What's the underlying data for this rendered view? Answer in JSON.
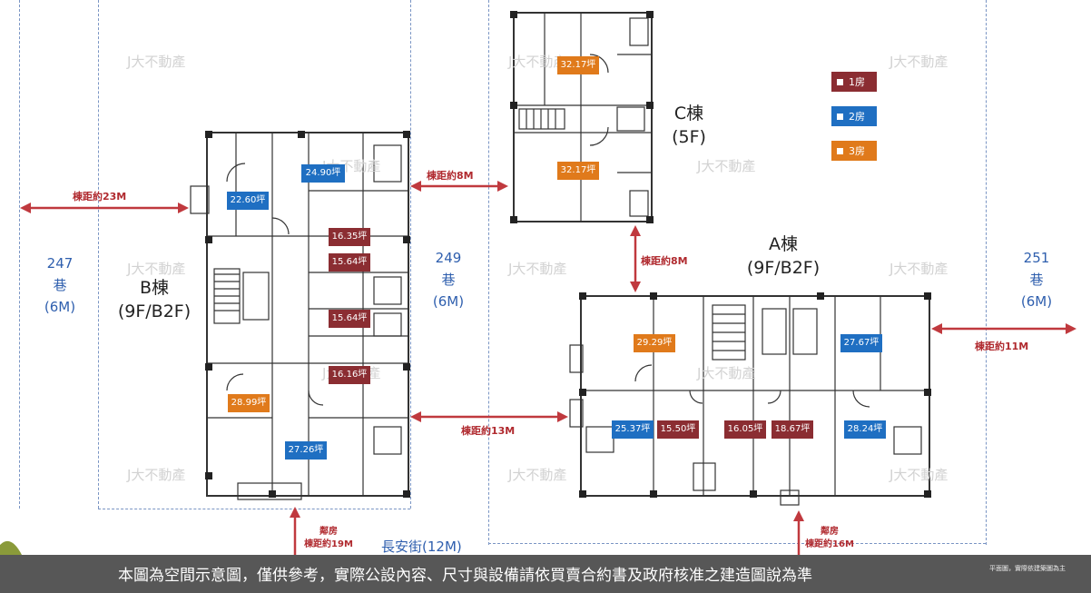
{
  "lanes": {
    "lane_247": {
      "number": "247",
      "suffix": "巷",
      "width": "(6M)"
    },
    "lane_249": {
      "number": "249",
      "suffix": "巷",
      "width": "(6M)"
    },
    "lane_251": {
      "number": "251",
      "suffix": "巷",
      "width": "(6M)"
    }
  },
  "buildings": {
    "a": {
      "name": "A棟",
      "floors": "(9F/B2F)"
    },
    "b": {
      "name": "B棟",
      "floors": "(9F/B2F)"
    },
    "c": {
      "name": "C棟",
      "floors": "(5F)"
    }
  },
  "distances": {
    "b_west": "棟距約23M",
    "b_c": "棟距約8M",
    "c_a": "棟距約8M",
    "b_a": "棟距約13M",
    "a_east": "棟距約11M"
  },
  "neighbors": {
    "b_south": {
      "line1": "鄰房",
      "line2": "棟距約19M"
    },
    "a_south": {
      "line1": "鄰房",
      "line2": "棟距約16M"
    }
  },
  "street": "長安街(12M)",
  "legend": {
    "one_room": "1房",
    "two_room": "2房",
    "three_room": "3房",
    "colors": {
      "one_room": "#8b2d32",
      "two_room": "#1f6fc2",
      "three_room": "#e07a1b"
    }
  },
  "units": {
    "b1": "28.99坪",
    "b2": "27.26坪",
    "b3": "16.16坪",
    "b4": "15.64坪",
    "b5": "15.64坪",
    "b6": "16.35坪",
    "b7": "24.90坪",
    "b8": "22.60坪",
    "c1": "32.17坪",
    "c2": "32.17坪",
    "a1": "29.29坪",
    "a2": "25.37坪",
    "a3": "15.50坪",
    "a4": "16.05坪",
    "a5": "18.67坪",
    "a6": "28.24坪",
    "a7": "27.67坪"
  },
  "watermark": "J大不動產",
  "footer": "本圖為空間示意圖，僅供參考，實際公設內容、尺寸與設備請依買賣合約書及政府核准之建造圖說為準",
  "note": "平面圖，實際依建築圖為主"
}
